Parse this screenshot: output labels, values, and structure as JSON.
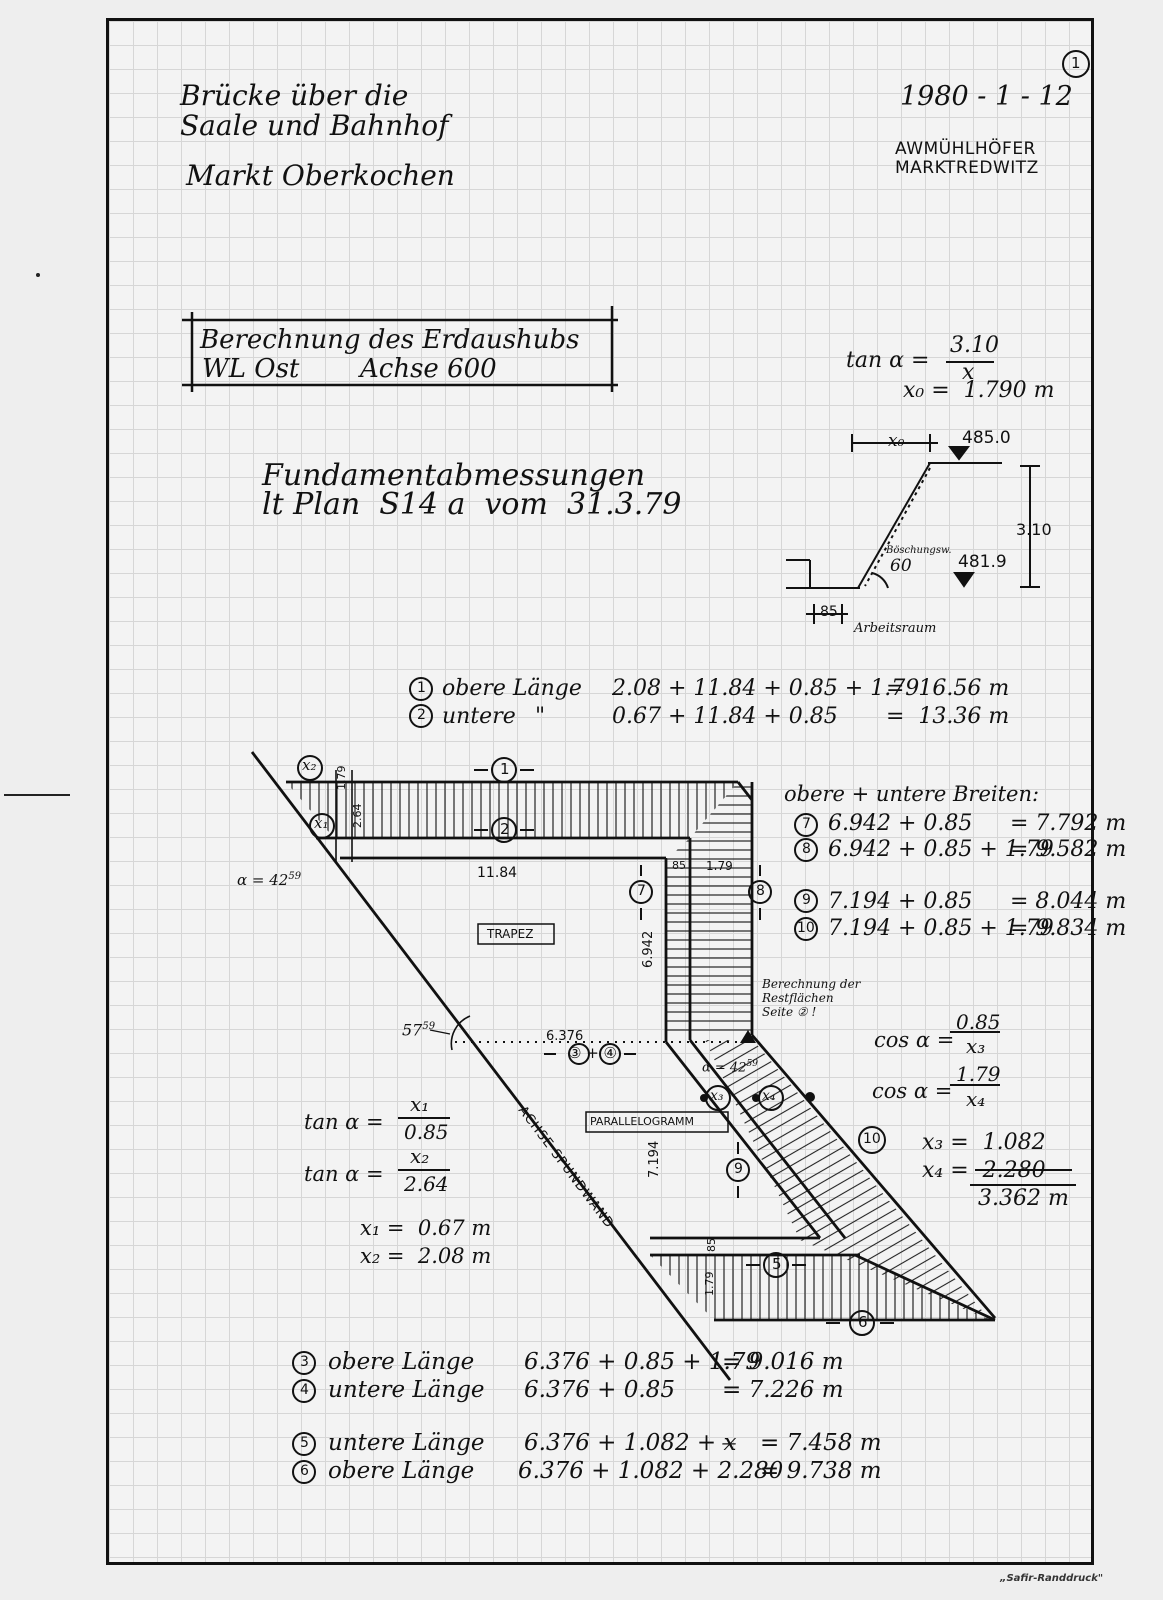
{
  "page_number": "1",
  "date": "1980 - 1 - 12",
  "header": {
    "title_line1": "Brücke über die",
    "title_line2": "Saale und Bahnhof",
    "place": "Markt Oberkochen",
    "company_line1": "AWMÜHLHÖFER",
    "company_line2": "MARKTREDWITZ"
  },
  "box": {
    "line1": "Berechnung des Erdaushubs",
    "line2a": "WL Ost",
    "line2b": "Achse 600"
  },
  "dims": {
    "line1": "Fundamentabmessungen",
    "line2": "lt Plan  S14 a  vom  31.3.79"
  },
  "side_calc": {
    "tan_left": "tan α =",
    "tan_num": "3.10",
    "tan_den": "x",
    "x0": "x₀ =  1.790 m",
    "x0_label": "x₀",
    "top_level": "485.0",
    "height": "3.10",
    "angle": "60",
    "bottom_level": "481.9",
    "slope_note": "Böschungsw.",
    "small_dim": "85",
    "work_space": "Arbeitsraum"
  },
  "lengths_top": {
    "l1_label": "obere Länge",
    "l1_expr": "2.08 + 11.84 + 0.85 + 1.79",
    "l1_res": "=  16.56 m",
    "l2_label": "untere",
    "l2_ditto": "\"",
    "l2_expr": "0.67 + 11.84 + 0.85",
    "l2_res": "=  13.36 m"
  },
  "widths": {
    "title": "obere + untere Breiten:",
    "w7_expr": "6.942 + 0.85",
    "w7_res": "= 7.792 m",
    "w8_expr": "6.942 + 0.85 + 1.79",
    "w8_res": "= 9.582 m",
    "w9_expr": "7.194 + 0.85",
    "w9_res": "= 8.044 m",
    "w10_expr": "7.194 + 0.85 + 1.79",
    "w10_res": "= 9.834 m"
  },
  "drawing": {
    "label_x2": "x₂",
    "label_x1": "x₁",
    "label_x3": "x₃",
    "label_x4": "x₄",
    "dim_179_top": "1.79",
    "dim_264": "2.64",
    "dim_1184": "11.84",
    "dim_085_top": "85",
    "dim_179_right": "1.79",
    "dim_6942": "6.942",
    "dim_6376": "6.376",
    "dim_7194": "7.194",
    "dim_179_bottom": "1.79",
    "dim_085_bottom": "85",
    "alpha_left": "α = 42",
    "alpha_left_sup": "59",
    "alpha_mid": "α = 42",
    "alpha_mid_sup": "59",
    "angle_57": "57",
    "angle_57_sup": "59",
    "trapez": "TRAPEZ",
    "parallelogramm": "PARALLELOGRAMM",
    "axis_label": "ACHSE SPUNDWAND",
    "rest_note": "Berechnung der\nRestflächen\nSeite ② !",
    "c1": "1",
    "c2": "2",
    "c34": "③ + ④",
    "c5": "5",
    "c6": "6",
    "c7": "7",
    "c8": "8",
    "c9": "9",
    "c10": "10"
  },
  "cos_calc": {
    "cos1_left": "cos α =",
    "cos1_num": "0.85",
    "cos1_den": "x₃",
    "cos2_left": "cos α =",
    "cos2_num": "1.79",
    "cos2_den": "x₄",
    "x3": "x₃ =  1.082",
    "x4": "x₄ =  2.280",
    "sum": "3.362 m"
  },
  "tan_calc": {
    "t1_left": "tan α =",
    "t1_num": "x₁",
    "t1_den": "0.85",
    "t2_left": "tan α =",
    "t2_num": "x₂",
    "t2_den": "2.64",
    "x1": "x₁ =  0.67 m",
    "x2": "x₂ =  2.08 m"
  },
  "lengths_bottom": {
    "l3_label": "obere Länge",
    "l3_expr": "6.376 + 0.85 + 1.79",
    "l3_res": "= 9.016 m",
    "l4_label": "untere Länge",
    "l4_expr": "6.376 + 0.85",
    "l4_res": "= 7.226 m",
    "l5_label": "untere Länge",
    "l5_expr": "6.376 + 1.082 + x̶",
    "l5_res": "= 7.458 m",
    "l6_label": "obere Länge",
    "l6_expr": "6.376 + 1.082 + 2.280",
    "l6_res": "= 9.738 m"
  },
  "footer_print": "„Safir-Randdruck\""
}
